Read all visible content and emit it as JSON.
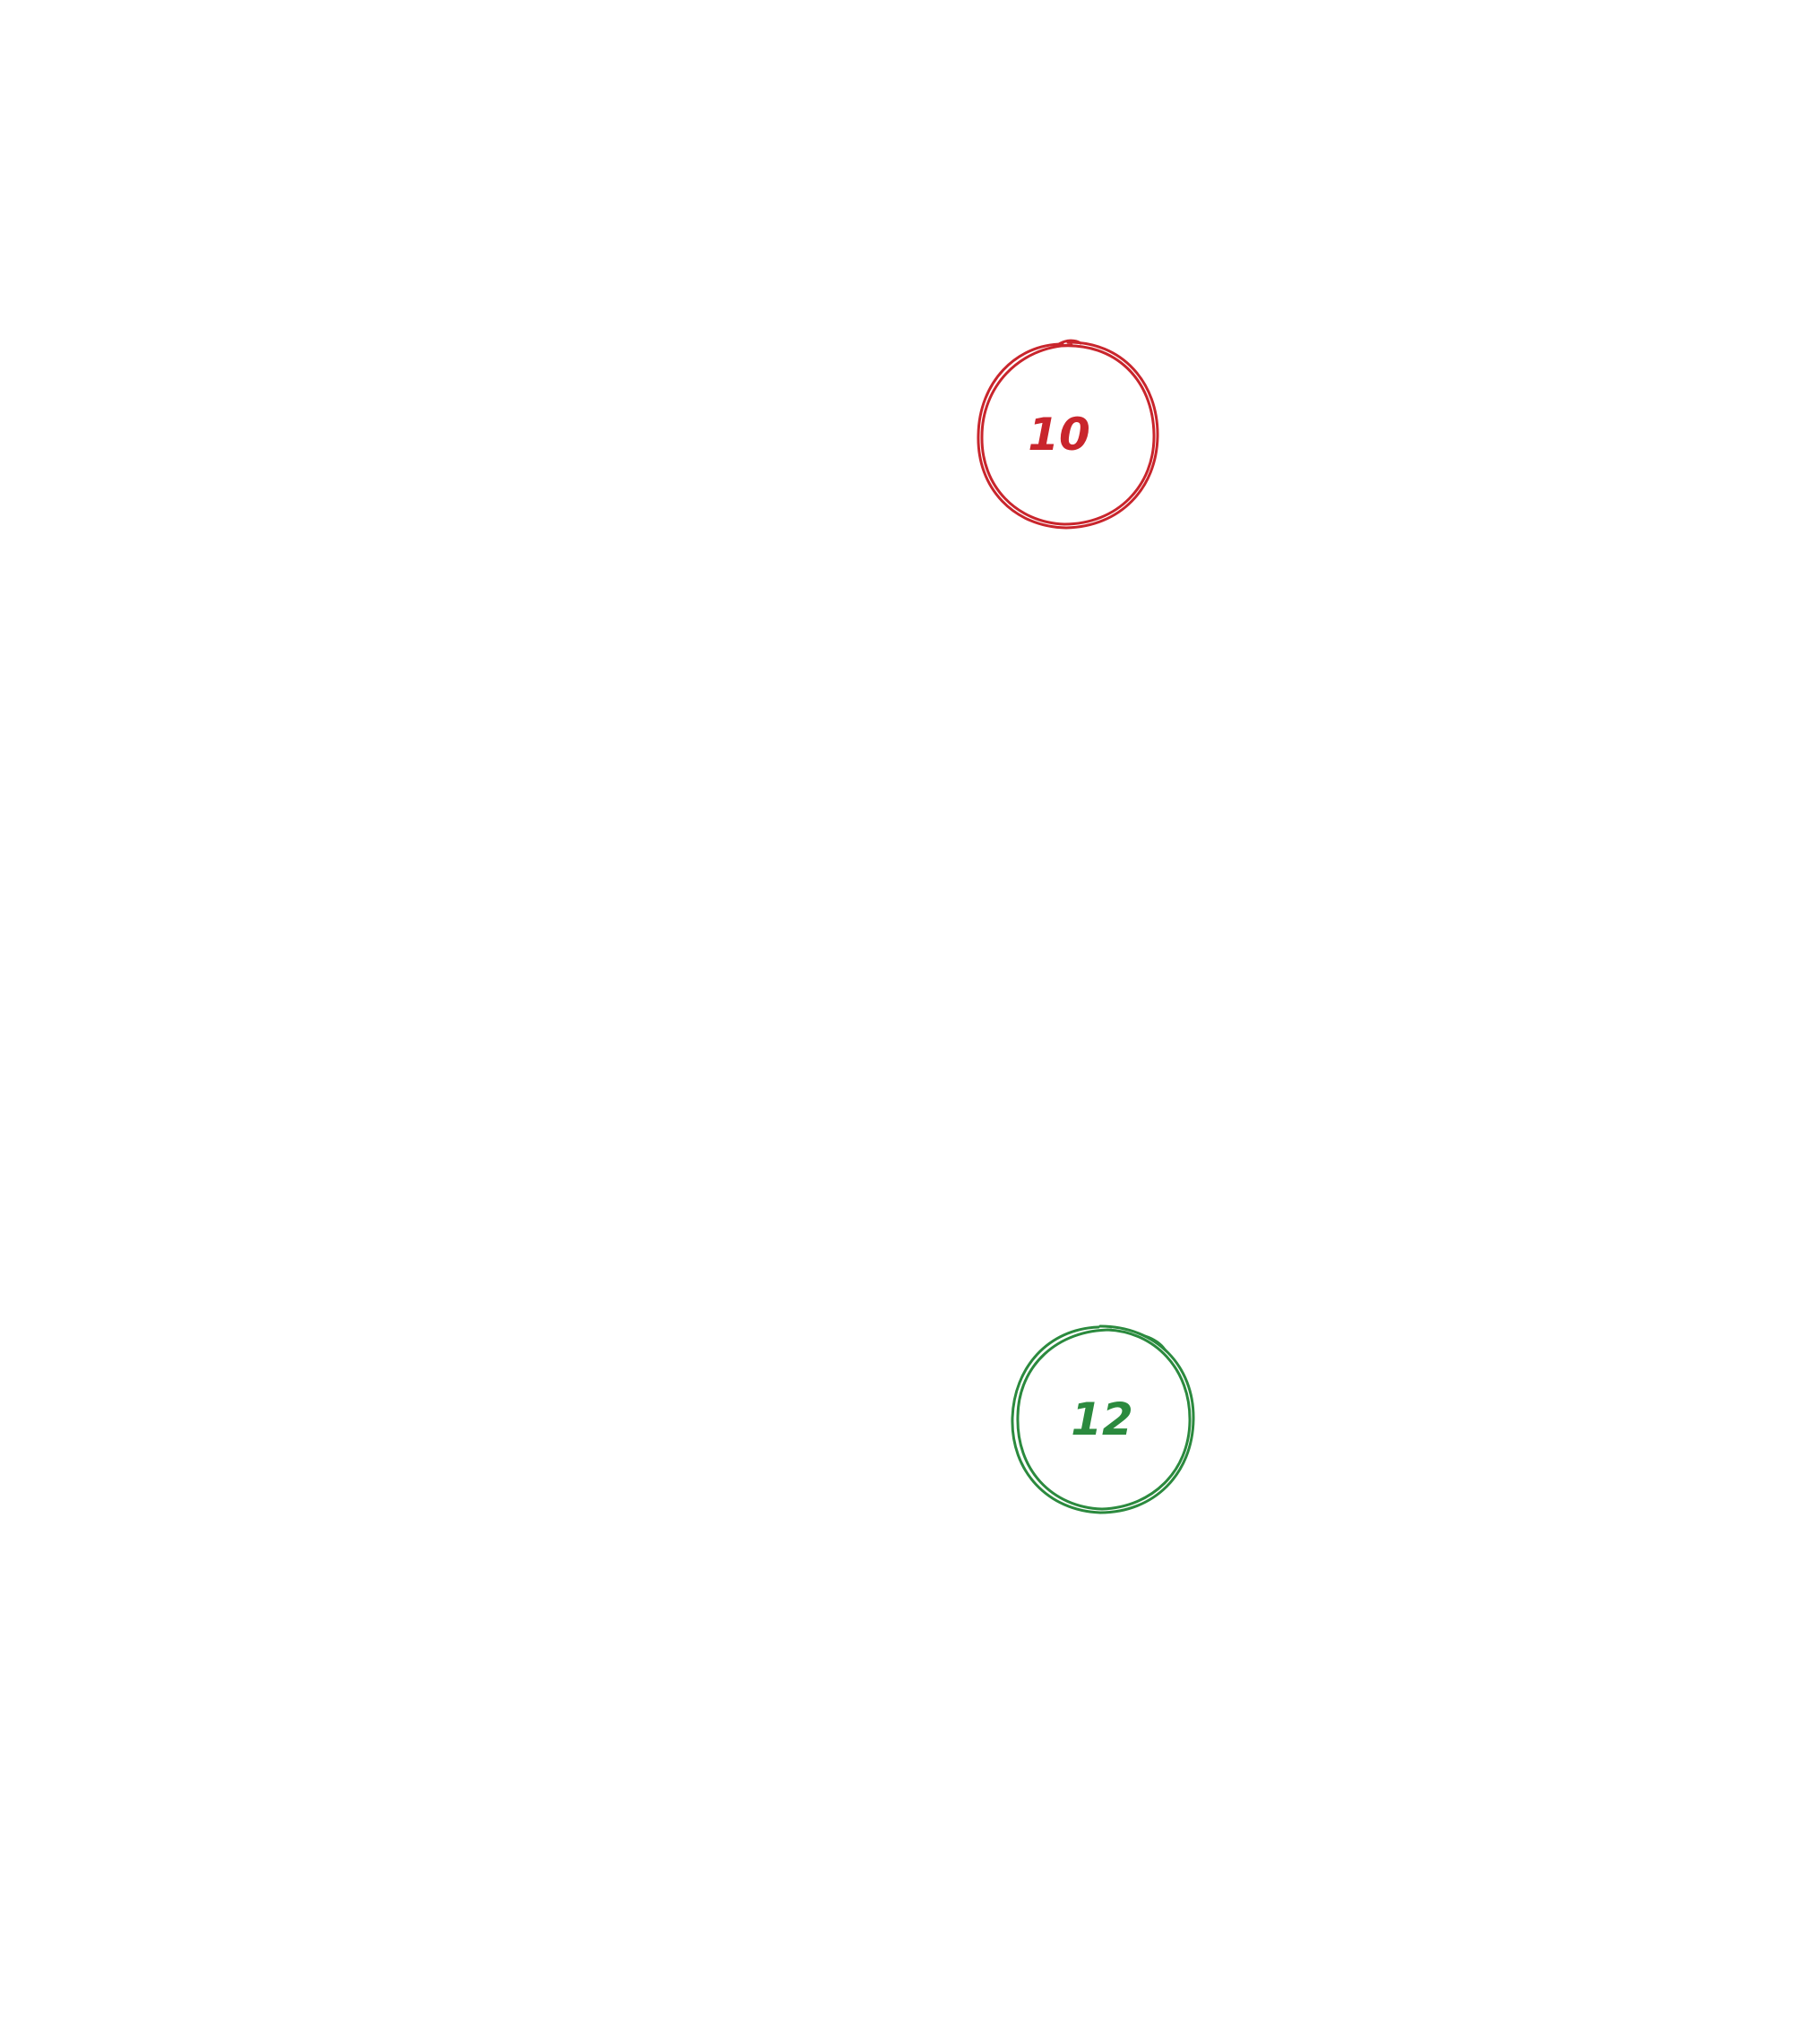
{
  "nodes": [
    {
      "id": "node-10",
      "label": "10",
      "color": "#c9252c"
    },
    {
      "id": "node-12",
      "label": "12",
      "color": "#2b8a3e"
    }
  ]
}
